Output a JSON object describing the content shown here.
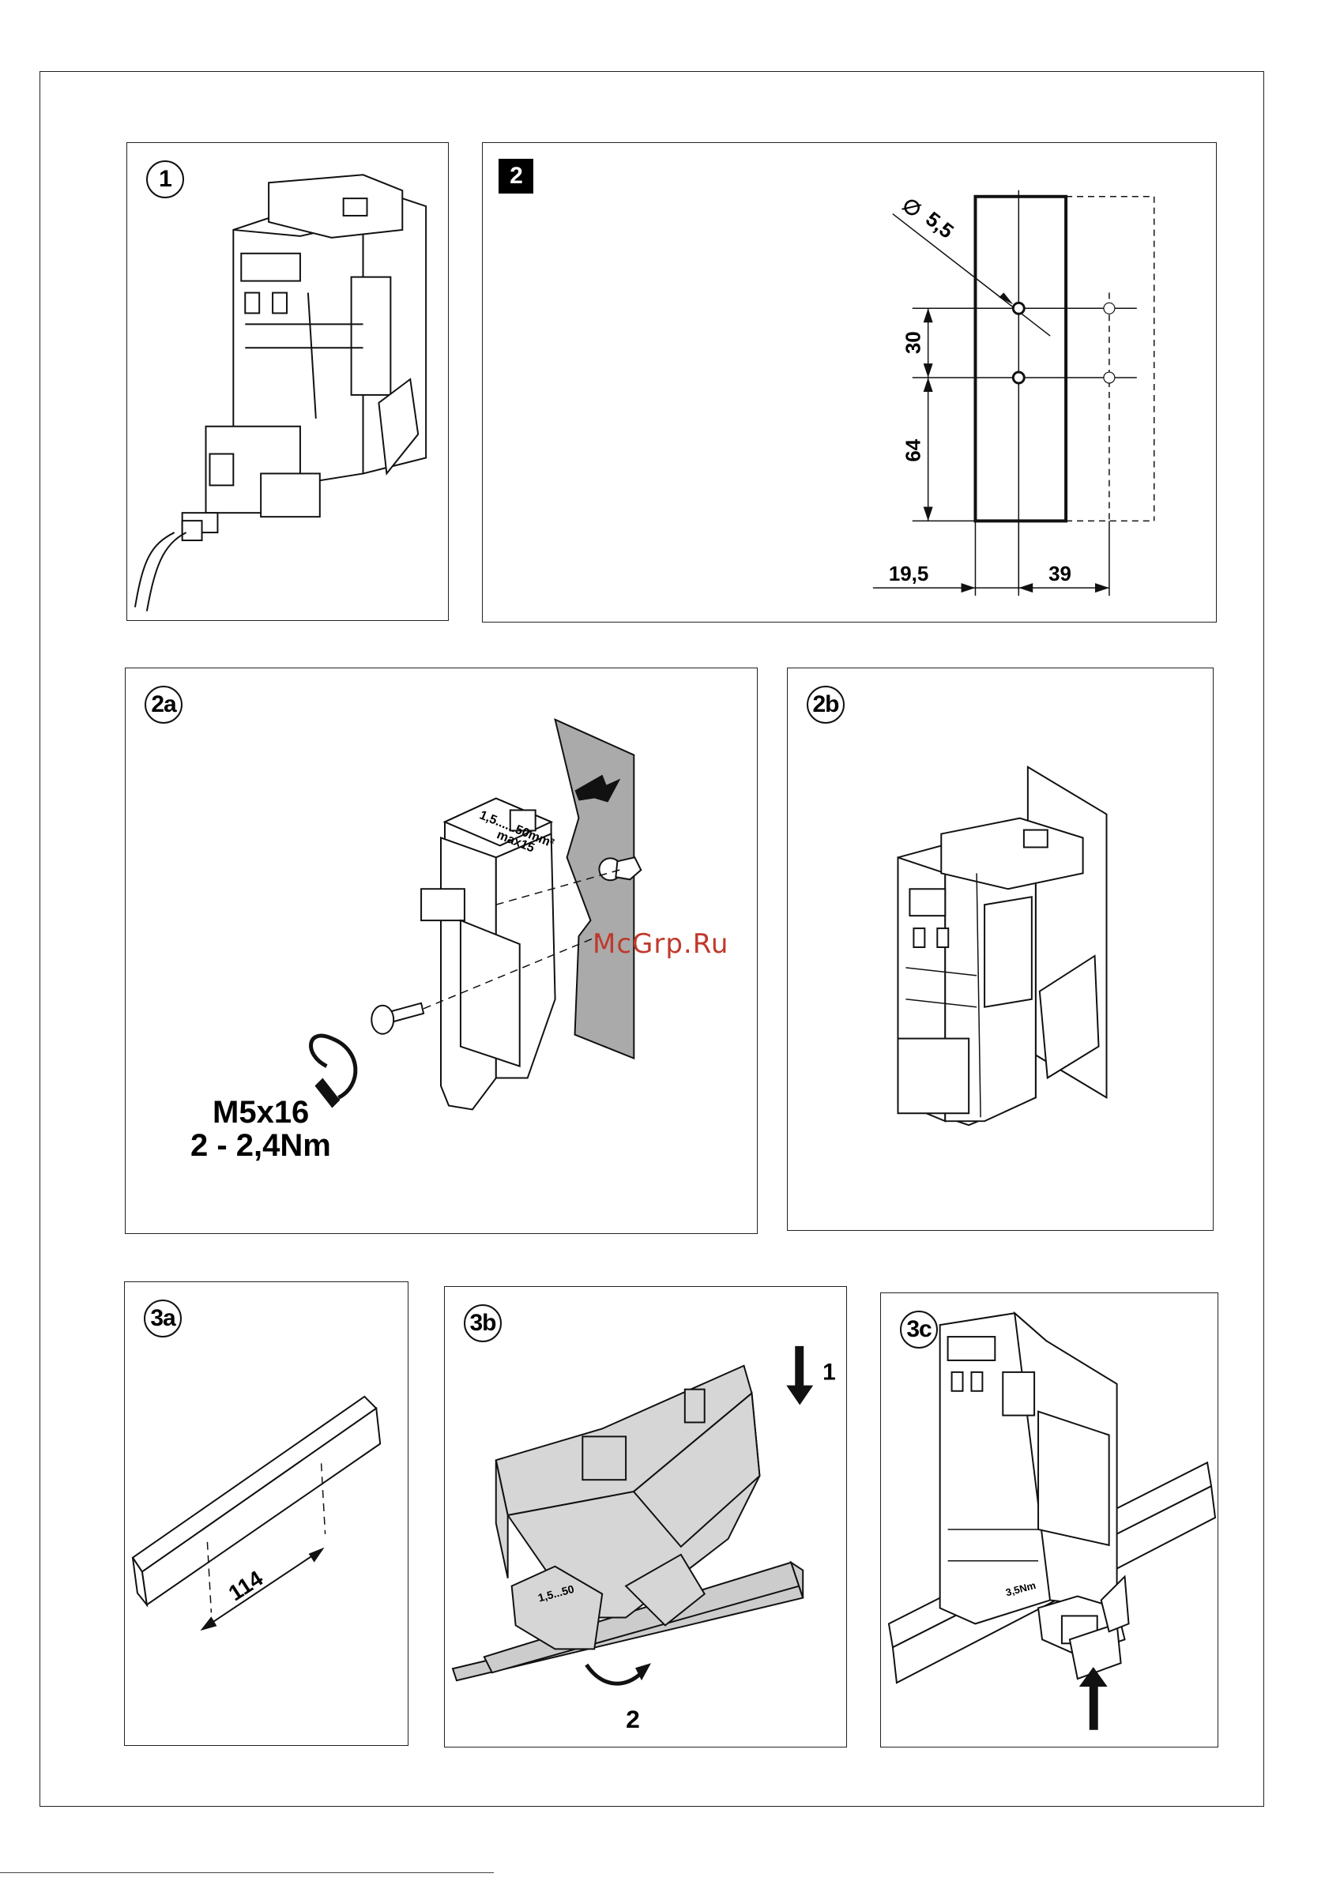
{
  "panels": {
    "p1": {
      "badge": "1"
    },
    "p2": {
      "badge": "2",
      "dims": {
        "diameter": "5,5",
        "v1": "30",
        "v2": "64",
        "h1": "19,5",
        "h2": "39"
      }
    },
    "p2a": {
      "badge": "2a",
      "screw_line1": "M5x16",
      "screw_line2": "2 - 2,4Nm",
      "device_text1": "1,5......50mm²",
      "device_text2": "max15"
    },
    "p2b": {
      "badge": "2b"
    },
    "p3a": {
      "badge": "3a",
      "dim": "114"
    },
    "p3b": {
      "badge": "3b",
      "step1": "1",
      "step2": "2",
      "device_text": "1,5...50"
    },
    "p3c": {
      "badge": "3c",
      "device_text": "3,5Nm"
    }
  },
  "watermark": "McGrp.Ru"
}
